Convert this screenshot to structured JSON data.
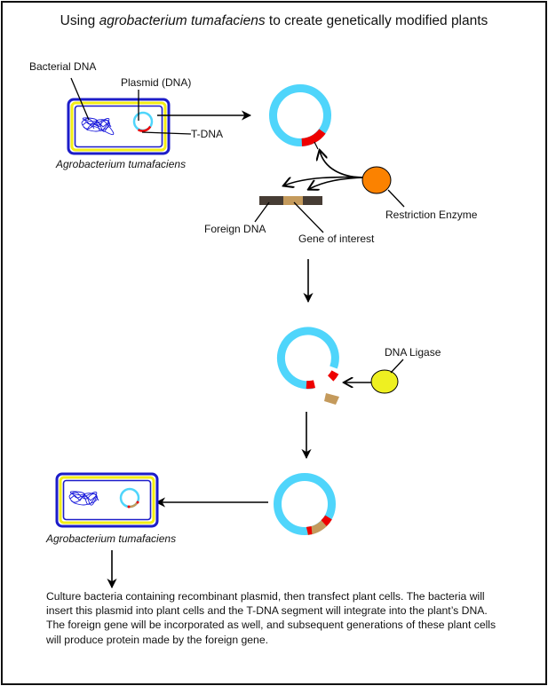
{
  "title": {
    "prefix": "Using ",
    "italic": "agrobacterium tumafaciens",
    "suffix": " to create genetically modified plants"
  },
  "labels": {
    "bacterial_dna": "Bacterial DNA",
    "plasmid_dna": "Plasmid (DNA)",
    "t_dna": "T-DNA",
    "organism_top": "Agrobacterium tumafaciens",
    "restriction_enzyme": "Restriction Enzyme",
    "foreign_dna": "Foreign DNA",
    "gene_of_interest": "Gene of interest",
    "dna_ligase": "DNA Ligase",
    "organism_bottom": "Agrobacterium tumafaciens"
  },
  "description": "Culture bacteria containing recombinant plasmid, then transfect plant cells. The bacteria will insert this plasmid into plant cells and the T-DNA segment will integrate into the plant’s DNA.  The foreign gene will be incorporated as well, and subsequent generations of these plant cells will produce protein made by the foreign gene.",
  "colors": {
    "plasmid": "#4fd5fb",
    "t_dna": "#ee0000",
    "gene": "#c49a5c",
    "foreign_dna": "#463c34",
    "enzyme": "#fb8200",
    "ligase": "#eef021",
    "bacterial_dna": "#1a1adb",
    "cell_outer": "#1d1dc8",
    "cell_wall": "#f3ee14"
  }
}
